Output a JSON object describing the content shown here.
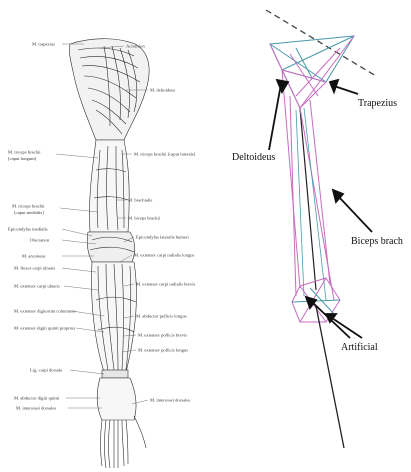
{
  "anatomy": {
    "labels": [
      "M. trapezius",
      "Acromion",
      "M. deltoideus",
      "M. triceps brachii",
      "[caput longum]",
      "M. triceps brachii [caput laterale]",
      "M. brachialis",
      "M. triceps brachii",
      "[caput medialis]",
      "M. biceps brachii",
      "Epicondylus medialis",
      "Olecranon",
      "Epicondylus lateralis humeri",
      "M. anconeus",
      "M. extensor carpi radialis longus",
      "M. flexor carpi ulnaris",
      "M. extensor carpi radialis brevis",
      "M. extensor carpi ulnaris",
      "M. extensor digitorum communis",
      "M. abductor pollicis longus",
      "M. extensor digiti quinti proprius",
      "M. extensor pollicis brevis",
      "M. extensor pollicis longus",
      "Lig. carpi dorsale",
      "M. abductor digiti quinti",
      "M. interossei dorsales",
      "M. interossei dorsales"
    ]
  },
  "model": {
    "labels": {
      "trapezius": "Trapezius",
      "deltoideus": "Deltoideus",
      "biceps": "Biceps brach",
      "artificial": "Artificial"
    },
    "colors": {
      "muscle": "#c86cc0",
      "ligament": "#4a9aa8",
      "bone": "#222222"
    }
  }
}
